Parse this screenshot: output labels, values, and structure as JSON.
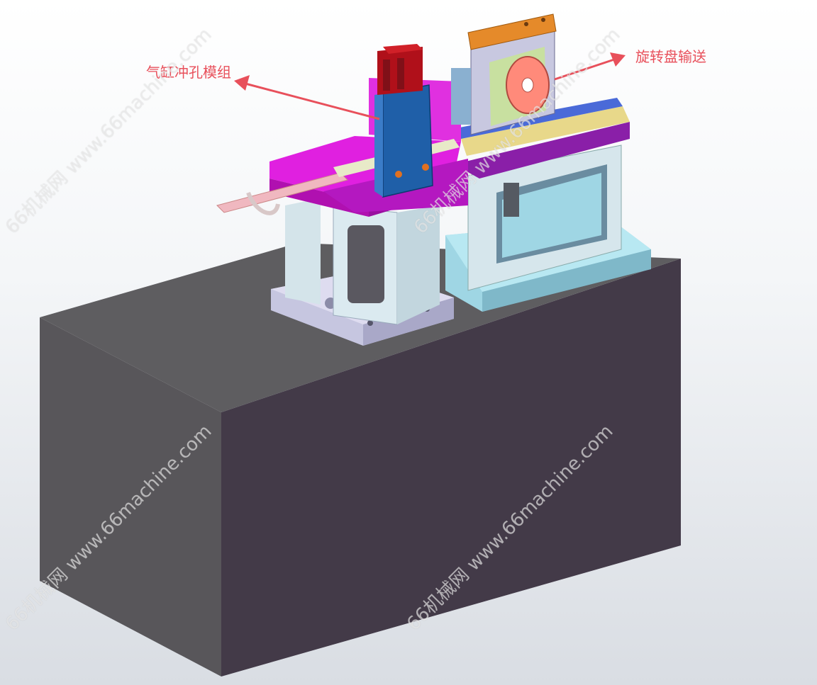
{
  "callouts": {
    "left": "气缸冲孔模组",
    "right": "旋转盘输送"
  },
  "watermark": {
    "text": "66机械网 www.66machine.com"
  },
  "colors": {
    "base_block": "#3b3340",
    "magenta_plate": "#e020e0",
    "purple_plate": "#8a1fa8",
    "frame": "#cfe0e8",
    "cylinder": "#b0101a",
    "punch_body": "#1f5fa8",
    "turntable": "#ff8a7a",
    "orange_block": "#e58a2a",
    "callout": "#e8505b"
  }
}
